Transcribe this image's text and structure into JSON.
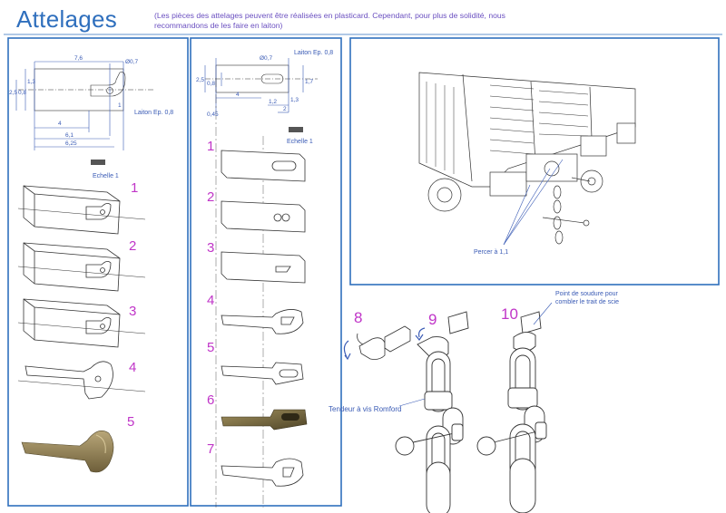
{
  "page": {
    "title": "Attelages",
    "subtitle": "(Les pièces des attelages peuvent être réalisées en plasticard. Cependant, pour plus de solidité, nous recommandons de les faire en laiton)"
  },
  "left_panel": {
    "material": "Laiton Ep. 0,8",
    "scale": "Echelle 1",
    "dimensions": {
      "d1": "7,6",
      "d2": "Ø0,7",
      "d3": "2,5",
      "d4": "1,3",
      "d5": "0,8",
      "d6": "4",
      "d7": "6,1",
      "d8": "6,25",
      "d9": "1"
    },
    "steps": [
      "1",
      "2",
      "3",
      "4",
      "5"
    ]
  },
  "middle_panel": {
    "material": "Laiton Ep. 0,8",
    "scale": "Echelle 1",
    "dimensions": {
      "d1": "Ø0,7",
      "d2": "2,5",
      "d3": "0,8",
      "d4": "1,7",
      "d5": "4",
      "d6": "1,3",
      "d7": "0,45",
      "d8": "2",
      "d9": "1,2"
    },
    "steps": [
      "1",
      "2",
      "3",
      "4",
      "5",
      "6",
      "7"
    ]
  },
  "right_panel": {
    "drill_note": "Percer à 1,1",
    "turnbuckle": "Tendeur à vis Romford",
    "weld_note_line1": "Point de soudure pour",
    "weld_note_line2": "combler le trait de scie",
    "steps": [
      "8",
      "9",
      "10"
    ]
  },
  "colors": {
    "frame_blue": "#2f6fbd",
    "step_magenta": "#c035c8",
    "annotation_blue": "#3a5bb5",
    "brass": "#8a7a4e"
  }
}
